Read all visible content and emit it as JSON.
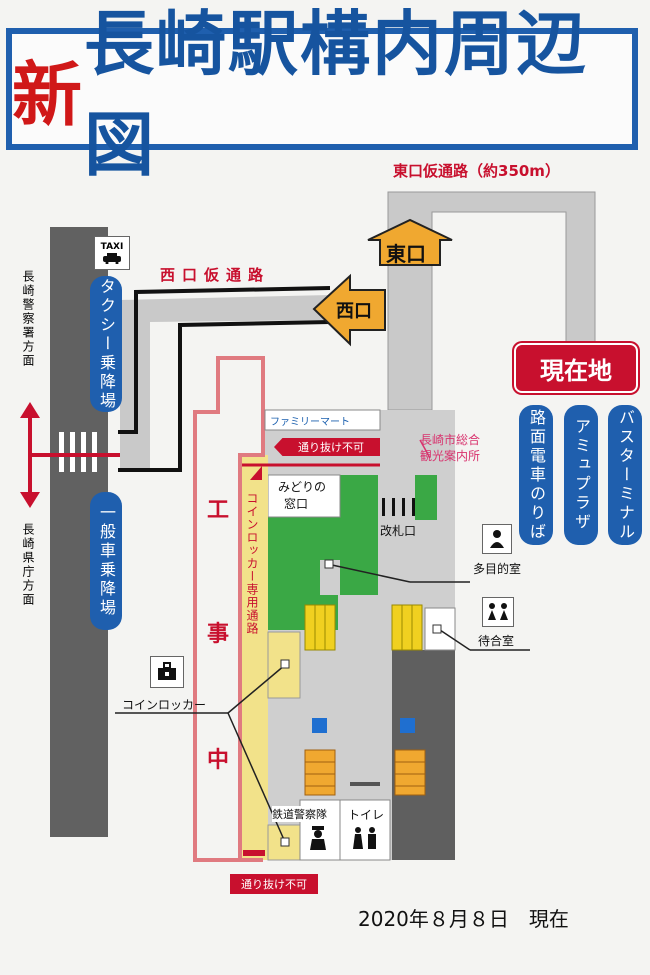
{
  "title": {
    "new": "新",
    "rest": "長崎駅構内周辺図"
  },
  "labels": {
    "east_route": "東口仮通路（約350m）",
    "east_exit": "東口",
    "west_route": "西口仮通路",
    "west_exit": "西口",
    "current": "現在地",
    "taxi": "TAXI",
    "taxi_area": "タクシー乗降場",
    "general_area": "一般車乗降場",
    "police_dir": "長崎警察署方面",
    "pref_dir": "長崎県庁方面",
    "familymart": "ファミリーマート",
    "no_through_top": "通り抜け不可",
    "no_through_bottom": "通り抜け不可",
    "tourist": "長崎市総合観光案内所",
    "tourist_l1": "長崎市総合",
    "tourist_l2": "観光案内所",
    "midori_l1": "みどりの",
    "midori_l2": "窓口",
    "gate": "改札口",
    "multi": "多目的室",
    "waiting": "待合室",
    "coin_locker": "コインロッカー",
    "coin_passage": "コインロッカー専用通路",
    "construction": [
      "工",
      "事",
      "中"
    ],
    "police": "鉄道警察隊",
    "toilet": "トイレ",
    "tram": "路面電車のりば",
    "amu": "アミュプラザ",
    "bus": "バスターミナル",
    "date": "2020年８月８日　現在"
  },
  "colors": {
    "blue": "#1f5fae",
    "red": "#c8102e",
    "orange": "#f0a830",
    "green": "#3aa845",
    "yellow": "#f2e28a",
    "gray": "#c8c8c8",
    "dark": "#5f5f5f",
    "pink": "#d8336e"
  },
  "icons": [
    "taxi-icon",
    "baby-icon",
    "waiting-room-icon",
    "locker-icon",
    "police-icon",
    "toilet-icon"
  ]
}
